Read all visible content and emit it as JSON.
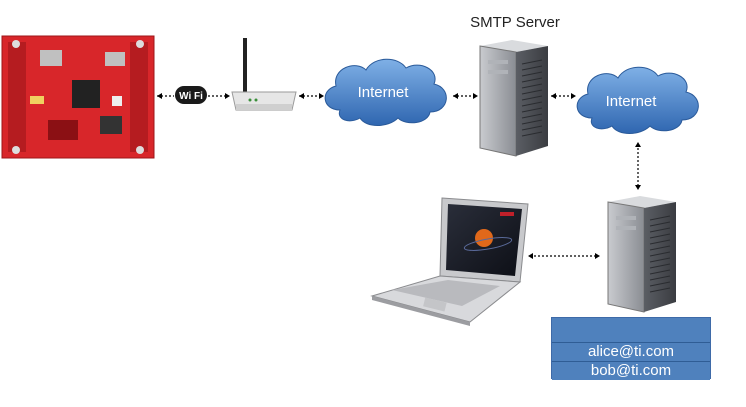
{
  "labels": {
    "smtp_server": "SMTP Server",
    "internet_left": "Internet",
    "internet_right": "Internet",
    "wifi": "Wi Fi"
  },
  "mailbox": {
    "entries": [
      "alice@ti.com",
      "bob@ti.com"
    ]
  },
  "icons": {
    "dev_board": "launchpad-board-icon",
    "router": "wifi-router-icon",
    "server": "server-tower-icon",
    "laptop": "laptop-icon",
    "cloud": "cloud-icon"
  },
  "colors": {
    "board_red": "#d8262a",
    "cloud_blue": "#4f86c6",
    "mailbox_blue": "#4f81bd",
    "server_gray": "#8d9096"
  }
}
